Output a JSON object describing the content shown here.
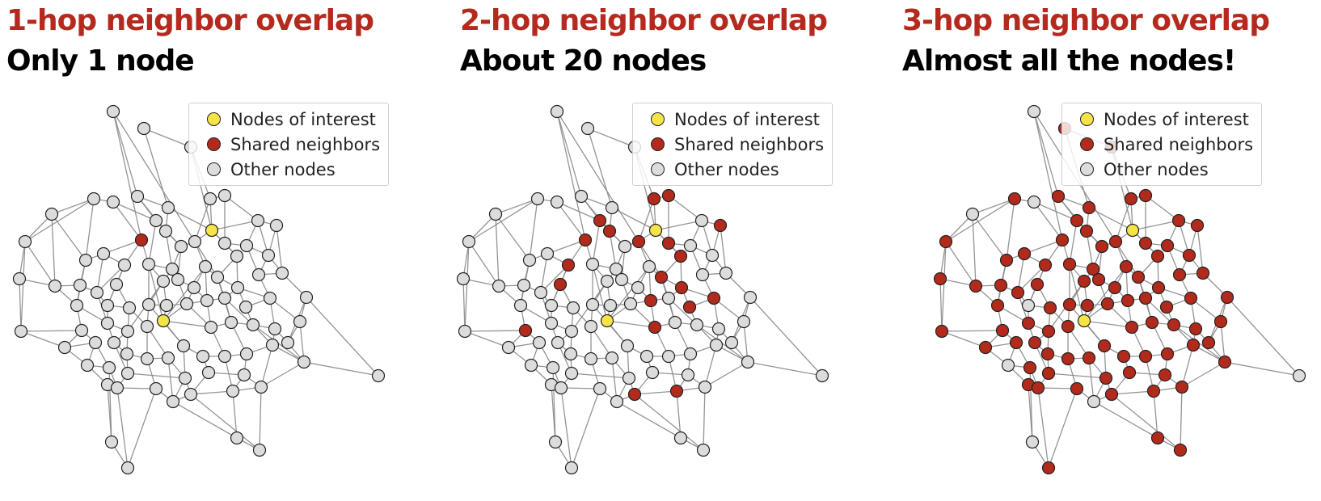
{
  "colors": {
    "title": "#b52a1f",
    "interest": "#f5e448",
    "shared": "#b22a1c",
    "other": "#dcdcdc",
    "edge": "#888888",
    "outline": "#222222"
  },
  "legend": {
    "interest": "Nodes of interest",
    "shared": "Shared neighbors",
    "other": "Other nodes"
  },
  "panels": [
    {
      "title": "1-hop neighbor overlap",
      "subtitle": "Only 1 node"
    },
    {
      "title": "2-hop neighbor overlap",
      "subtitle": "About 20 nodes"
    },
    {
      "title": "3-hop neighbor overlap",
      "subtitle": "Almost all the nodes!"
    }
  ]
}
